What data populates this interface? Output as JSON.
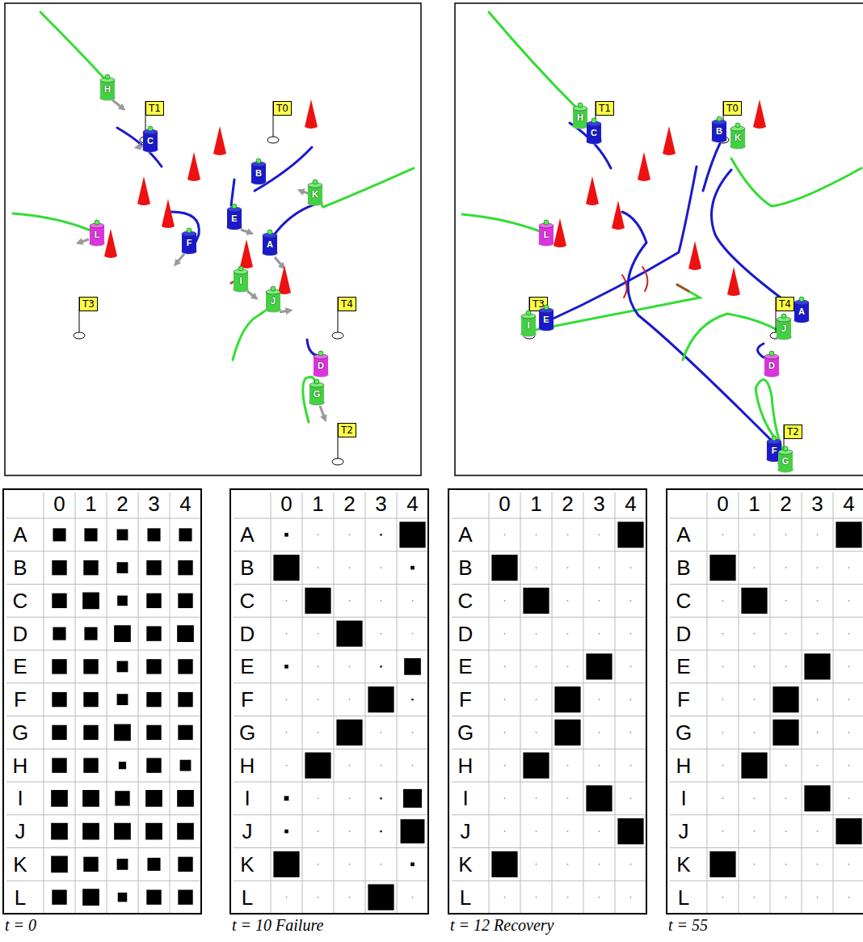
{
  "diagram": {
    "nodes": [
      {
        "text": [
          "H"
        ]
      },
      {
        "text": [
          "T1"
        ]
      },
      {
        "text": [
          "C"
        ]
      },
      {
        "text": [
          "T0"
        ]
      },
      {
        "text": [
          "B"
        ]
      },
      {
        "text": [
          "K"
        ]
      },
      {
        "text": [
          "E"
        ]
      },
      {
        "text": [
          "L"
        ]
      },
      {
        "text": [
          "F"
        ]
      },
      {
        "text": [
          "A"
        ]
      },
      {
        "text": [
          "I"
        ]
      },
      {
        "text": [
          "J"
        ]
      },
      {
        "text": [
          "T3"
        ]
      },
      {
        "text": [
          "T4"
        ]
      },
      {
        "text": [
          "D"
        ]
      },
      {
        "text": [
          "G"
        ]
      },
      {
        "text": [
          "T2"
        ]
      },
      {
        "text": [
          "H"
        ]
      },
      {
        "text": [
          "T1"
        ]
      },
      {
        "text": [
          "T0"
        ]
      },
      {
        "text": [
          "C"
        ]
      },
      {
        "text": [
          "B"
        ]
      },
      {
        "text": [
          "K"
        ]
      },
      {
        "text": [
          "L"
        ]
      },
      {
        "text": [
          "T3"
        ]
      },
      {
        "text": [
          "E"
        ]
      },
      {
        "text": [
          "I"
        ]
      },
      {
        "text": [
          "T4"
        ]
      },
      {
        "text": [
          "A"
        ]
      },
      {
        "text": [
          "J"
        ]
      },
      {
        "text": [
          "D"
        ]
      },
      {
        "text": [
          "T2"
        ]
      },
      {
        "text": [
          "F"
        ]
      },
      {
        "text": [
          "G"
        ]
      }
    ],
    "labels": [
      "0",
      "1",
      "2",
      "3",
      "4",
      "A",
      "B",
      "C",
      "D",
      "E",
      "F",
      "G",
      "H",
      "I",
      "J",
      "K",
      "L",
      "0",
      "1",
      "2",
      "3",
      "4",
      "A",
      "B",
      "C",
      "D",
      "E",
      "F",
      "G",
      "H",
      "I",
      "J",
      "K",
      "L",
      "0",
      "1",
      "2",
      "3",
      "4",
      "A",
      "B",
      "C",
      "D",
      "E",
      "F",
      "G",
      "H",
      "I",
      "J",
      "K",
      "L",
      "0",
      "1",
      "2",
      "3",
      "4",
      "A",
      "B",
      "C",
      "D",
      "E",
      "F",
      "G",
      "H",
      "I",
      "J",
      "K",
      "L",
      "t = 0",
      "t = 10 Failure",
      "t = 12 Recovery",
      "t = 55"
    ]
  }
}
